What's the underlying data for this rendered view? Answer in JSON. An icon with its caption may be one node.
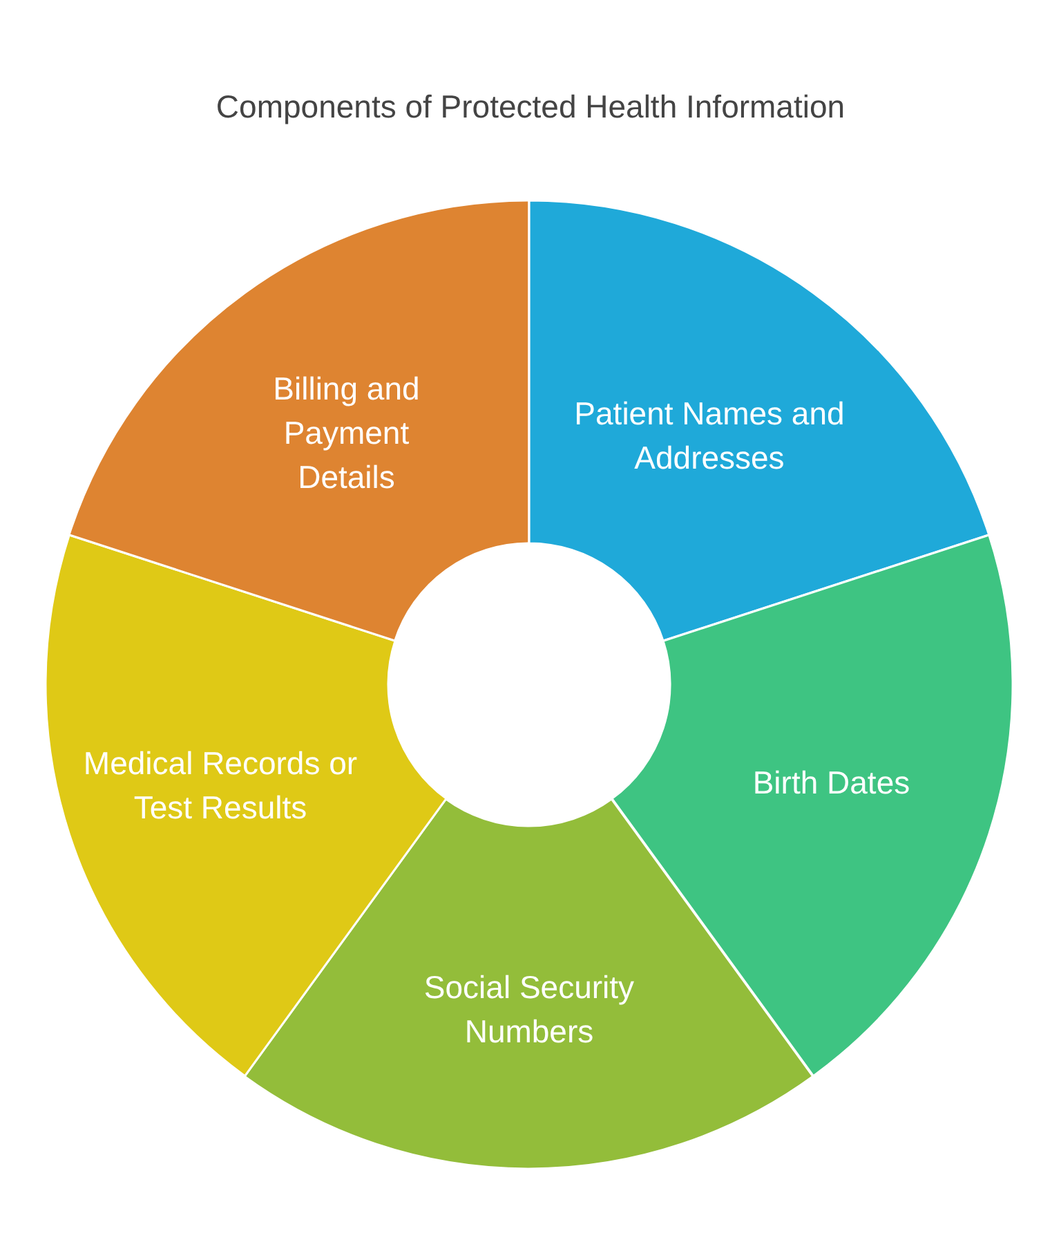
{
  "diagram": {
    "title": "Components of Protected Health Information",
    "nodes": [
      {
        "text": [
          "Patient Names and Addresses"
        ]
      },
      {
        "text": [
          "Birth Dates"
        ]
      },
      {
        "text": [
          "Social Security Numbers"
        ]
      },
      {
        "text": [
          "Medical Records or Test Results"
        ]
      },
      {
        "text": [
          "Billing and Payment Details"
        ]
      }
    ],
    "edges": []
  }
}
